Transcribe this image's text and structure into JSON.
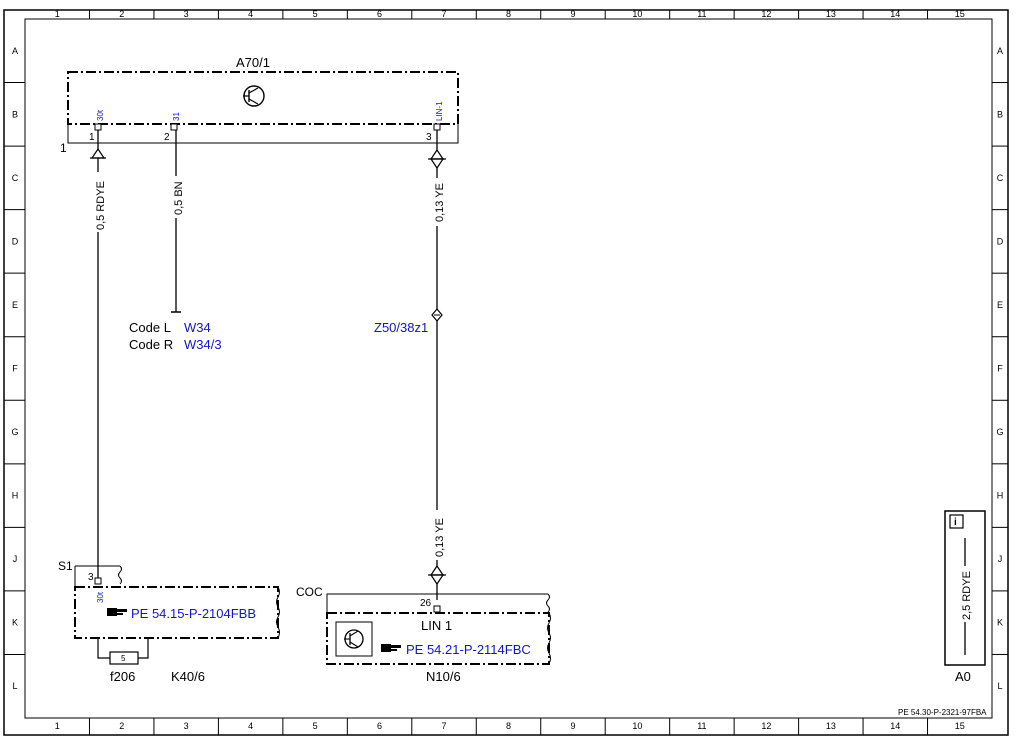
{
  "grid": {
    "columns": [
      "1",
      "2",
      "3",
      "4",
      "5",
      "6",
      "7",
      "8",
      "9",
      "10",
      "11",
      "12",
      "13",
      "14",
      "15"
    ],
    "rows": [
      "A",
      "B",
      "C",
      "D",
      "E",
      "F",
      "G",
      "H",
      "J",
      "K",
      "L"
    ]
  },
  "components": {
    "a70": {
      "label": "A70/1",
      "ground_label": "1",
      "pins": [
        {
          "number": "1",
          "name": "30t"
        },
        {
          "number": "2",
          "name": "31"
        },
        {
          "number": "3",
          "name": "LIN-1"
        }
      ]
    },
    "k40": {
      "label": "K40/6",
      "switch_label": "S1",
      "pin_number": "3",
      "pin_name": "30t",
      "fuse_label": "f206",
      "fuse_number": "5",
      "ref": "PE 54.15-P-2104FBB"
    },
    "n10": {
      "label": "N10/6",
      "coc_label": "COC",
      "pin_number": "26",
      "lin_label": "LIN 1",
      "ref": "PE 54.21-P-2114FBC"
    }
  },
  "wires": {
    "w1": {
      "label": "0,5 RDYE"
    },
    "w2": {
      "label": "0,5 BN"
    },
    "w3": {
      "label": "0,13 YE"
    },
    "w4": {
      "label": "0,13 YE"
    }
  },
  "code_block": {
    "l_label": "Code L",
    "l_ref": "W34",
    "r_label": "Code R",
    "r_ref": "W34/3"
  },
  "connector_ref": "Z50/38z1",
  "legend": {
    "wire_label": "2,5 RDYE",
    "info_glyph": "i",
    "title": "A0"
  },
  "doc_id": "PE 54.30-P-2321-97FBA",
  "colors": {
    "link": "#1414c8"
  }
}
